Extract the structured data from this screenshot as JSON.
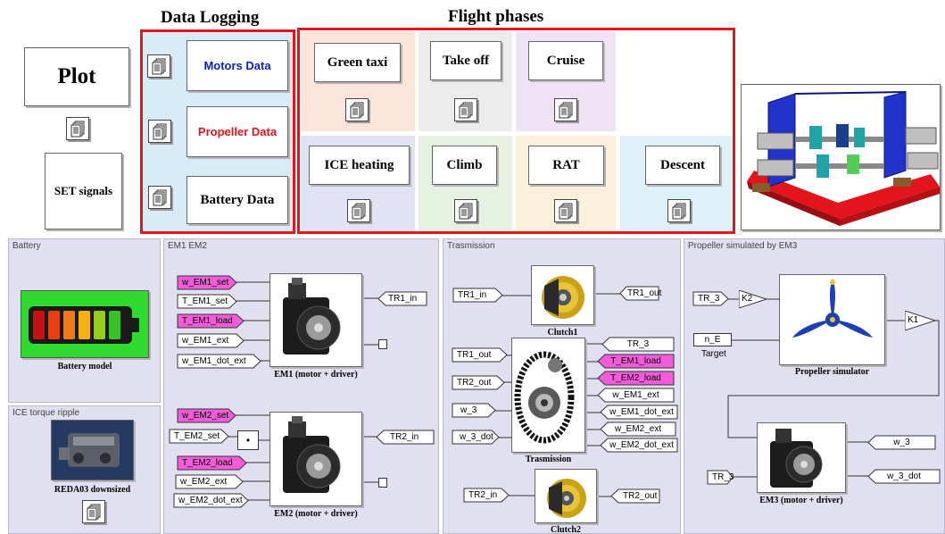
{
  "headers": {
    "data_logging": "Data Logging",
    "flight_phases": "Flight phases"
  },
  "left": {
    "plot": "Plot",
    "set_signals": "SET signals"
  },
  "logging": {
    "motors": "Motors Data",
    "propeller": "Propeller Data",
    "battery": "Battery Data"
  },
  "phases": {
    "green_taxi": "Green taxi",
    "take_off": "Take off",
    "cruise": "Cruise",
    "ice_heating": "ICE heating",
    "climb": "Climb",
    "rat": "RAT",
    "descent": "Descent"
  },
  "panels": {
    "battery": "Battery",
    "em": "EM1 EM2",
    "transmission": "Trasmission",
    "propeller": "Propeller simulated by EM3",
    "ice": "ICE torque ripple"
  },
  "battery": {
    "caption": "Battery model"
  },
  "ice": {
    "caption": "REDA03 downsized"
  },
  "em1": {
    "inputs": [
      "w_EM1_set",
      "T_EM1_set",
      "T_EM1_load",
      "w_EM1_ext",
      "w_EM1_dot_ext"
    ],
    "output": "TR1_in",
    "caption": "EM1 (motor + driver)"
  },
  "em2": {
    "inputs": [
      "w_EM2_set",
      "T_EM2_set",
      "T_EM2_load",
      "w_EM2_ext",
      "w_EM2_dot_ext"
    ],
    "output": "TR2_in",
    "caption": "EM2 (motor + driver)",
    "product_symbol": "•"
  },
  "clutch1": {
    "input": "TR1_in",
    "output": "TR1_out",
    "caption": "Clutch1"
  },
  "clutch2": {
    "input": "TR2_in",
    "output": "TR2_out",
    "caption": "Clutch2"
  },
  "transmission": {
    "inputs": [
      "TR1_out",
      "TR2_out",
      "w_3",
      "w_3_dot"
    ],
    "outputs": [
      "TR_3",
      "T_EM1_load",
      "T_EM2_load",
      "w_EM1_ext",
      "w_EM1_dot_ext",
      "w_EM2_ext",
      "w_EM2_dot_ext"
    ],
    "caption": "Trasmission"
  },
  "propeller": {
    "input": "TR_3",
    "gain1": "K2",
    "speed_input": "n_E",
    "speed_label": "Target",
    "caption": "Propeller simulator",
    "gain2": "K1"
  },
  "em3": {
    "input": "TR_3",
    "outputs": [
      "w_3",
      "w_3_dot"
    ],
    "caption": "EM3 (motor + driver)"
  },
  "colors": {
    "red_frame": "#e8141b",
    "motors_text": "#0a1ec8",
    "propeller_text": "#e8141b",
    "signal_magenta": "#f25cd9",
    "panel_bg": "#e0e0f0",
    "battery_green": "#2fdb2f"
  }
}
